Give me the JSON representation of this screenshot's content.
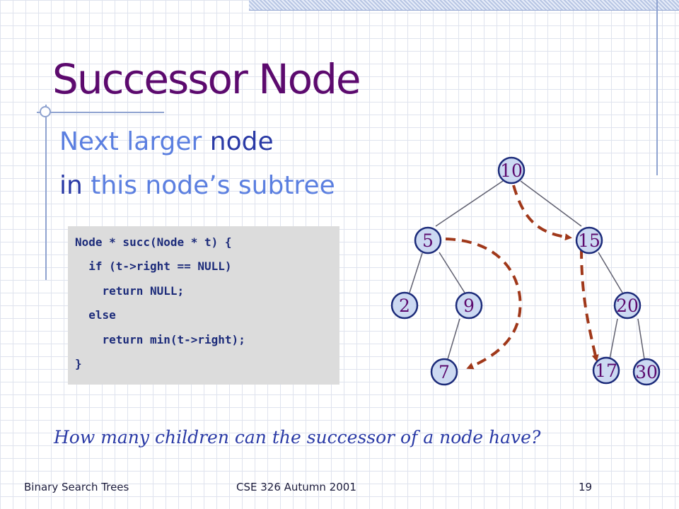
{
  "slide": {
    "title": "Successor Node",
    "bullet_1": {
      "part_1": "Next larger",
      "part_2": " node"
    },
    "bullet_2": {
      "part_1": "in",
      "part_2": " this node’s subtree"
    },
    "code_lines": [
      "Node * succ(Node * t) {",
      "  if (t->right == NULL)",
      "    return NULL;",
      "  else",
      "    return min(t->right);",
      "}"
    ],
    "question": "How many children can the successor of a node have?"
  },
  "tree": {
    "nodes": [
      "10",
      "5",
      "15",
      "2",
      "9",
      "20",
      "7",
      "17",
      "30"
    ],
    "edges": [
      [
        "10",
        "5"
      ],
      [
        "10",
        "15"
      ],
      [
        "5",
        "2"
      ],
      [
        "5",
        "9"
      ],
      [
        "9",
        "7"
      ],
      [
        "15",
        "20"
      ],
      [
        "20",
        "17"
      ],
      [
        "20",
        "30"
      ]
    ],
    "successor_arrows": [
      [
        "10",
        "15",
        "17"
      ],
      [
        "5",
        "7"
      ]
    ]
  },
  "footer": {
    "left": "Binary Search Trees",
    "center": "CSE 326 Autumn 2001",
    "page": "19"
  },
  "colors": {
    "title": "#5c0a6e",
    "bullet_light": "#5b7fe0",
    "bullet_dark": "#2a3aa6",
    "node_fill": "#ccd9f2",
    "node_stroke": "#1c2b7a",
    "arrow": "#a0381a",
    "code_bg": "#dcdcdc"
  }
}
